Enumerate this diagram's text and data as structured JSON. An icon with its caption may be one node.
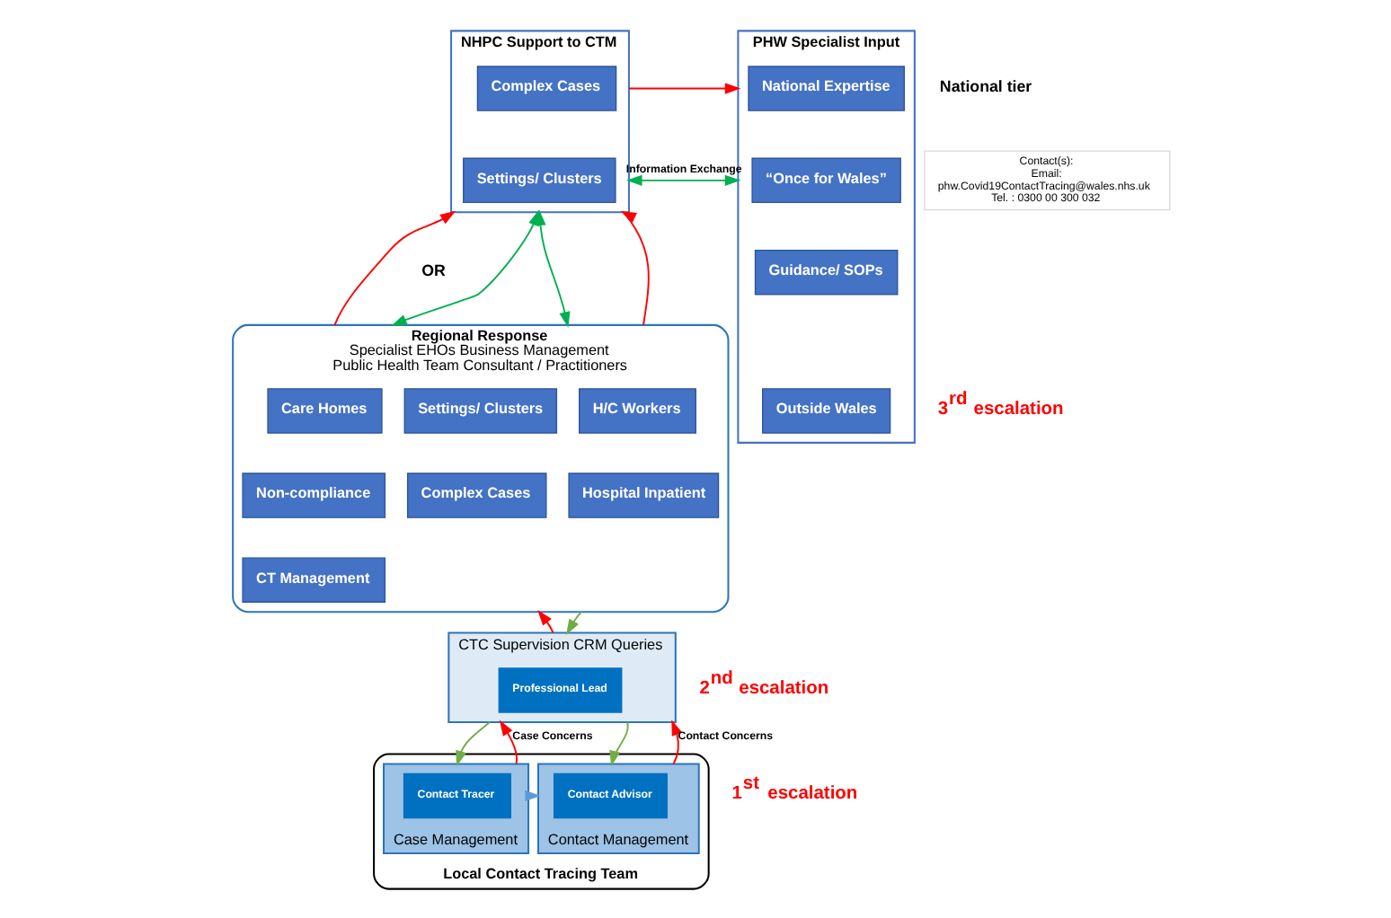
{
  "diagram": {
    "nodes": [
      {
        "text": [
          "NHPC Support to CTM"
        ]
      },
      {
        "text": [
          "Complex Cases"
        ],
        "in": 0
      },
      {
        "text": [
          "Settings/ Clusters"
        ],
        "in": 0
      },
      {
        "text": [
          "PHW Specialist Input"
        ]
      },
      {
        "text": [
          "National Expertise"
        ],
        "in": 3
      },
      {
        "text": [
          "“Once for Wales”"
        ],
        "in": 3
      },
      {
        "text": [
          "Guidance/ SOPs"
        ],
        "in": 3
      },
      {
        "text": [
          "Outside Wales"
        ],
        "in": 3
      },
      {
        "text": [
          "Contact(s):",
          "Email:",
          "phw.Covid19ContactTracing@wales.nhs.uk",
          "Tel. : 0300 00 300 032"
        ]
      },
      {
        "text": [
          "Regional Response",
          "Specialist EHOs Business Management",
          "Public Health Team Consultant / Practitioners"
        ]
      },
      {
        "text": [
          "Care Homes"
        ],
        "in": 9
      },
      {
        "text": [
          "Non-compliance"
        ],
        "in": 9
      },
      {
        "text": [
          "CT Management"
        ],
        "in": 9
      },
      {
        "text": [
          "Settings/ Clusters"
        ],
        "in": 9
      },
      {
        "text": [
          "Complex Cases"
        ],
        "in": 9
      },
      {
        "text": [
          "H/C Workers"
        ],
        "in": 9
      },
      {
        "text": [
          "Hospital Inpatient"
        ],
        "in": 9
      },
      {
        "text": [
          "CTC Supervision CRM Queries"
        ]
      },
      {
        "text": [
          "Professional Lead"
        ],
        "in": 17
      },
      {
        "text": [
          "Local Contact Tracing Team"
        ]
      },
      {
        "text": [
          "Case Management"
        ],
        "in": 19
      },
      {
        "text": [
          "Contact Tracer"
        ],
        "in": 20
      },
      {
        "text": [
          "Contact Management"
        ],
        "in": 19
      },
      {
        "text": [
          "Contact Advisor"
        ],
        "in": 22
      }
    ],
    "edges": [
      {
        "from": 0,
        "to": 3,
        "arrow": "to",
        "color": "#ff0000"
      },
      {
        "from": 0,
        "to": 3,
        "arrow": "both",
        "label": "Information Exchange",
        "color": "#00b050"
      },
      {
        "from": 9,
        "to": 0,
        "arrow": "to",
        "color": "#ff0000"
      },
      {
        "from": 0,
        "to": 9,
        "arrow": "both",
        "color": "#00b050"
      },
      {
        "from": 0,
        "to": 9,
        "arrow": "both",
        "color": "#00b050"
      },
      {
        "from": 9,
        "to": 0,
        "arrow": "to",
        "color": "#ff0000"
      },
      {
        "from": 17,
        "to": 9,
        "arrow": "to",
        "color": "#ff0000"
      },
      {
        "from": 9,
        "to": 17,
        "arrow": "to",
        "color": "#70ad47"
      },
      {
        "from": 20,
        "to": 17,
        "arrow": "to",
        "label": "Case Concerns",
        "color": "#ff0000"
      },
      {
        "from": 17,
        "to": 20,
        "arrow": "to",
        "color": "#70ad47"
      },
      {
        "from": 17,
        "to": 22,
        "arrow": "to",
        "color": "#70ad47"
      },
      {
        "from": 22,
        "to": 17,
        "arrow": "to",
        "label": "Contact Concerns",
        "color": "#ff0000"
      },
      {
        "from": 20,
        "to": 22,
        "arrow": "to",
        "color": "#5b9bd5"
      }
    ],
    "labels": [
      "National tier",
      "OR",
      "3$^{rd}$ escalation",
      "2$^{nd}$ escalation",
      "1$^{st}$ escalation"
    ]
  }
}
